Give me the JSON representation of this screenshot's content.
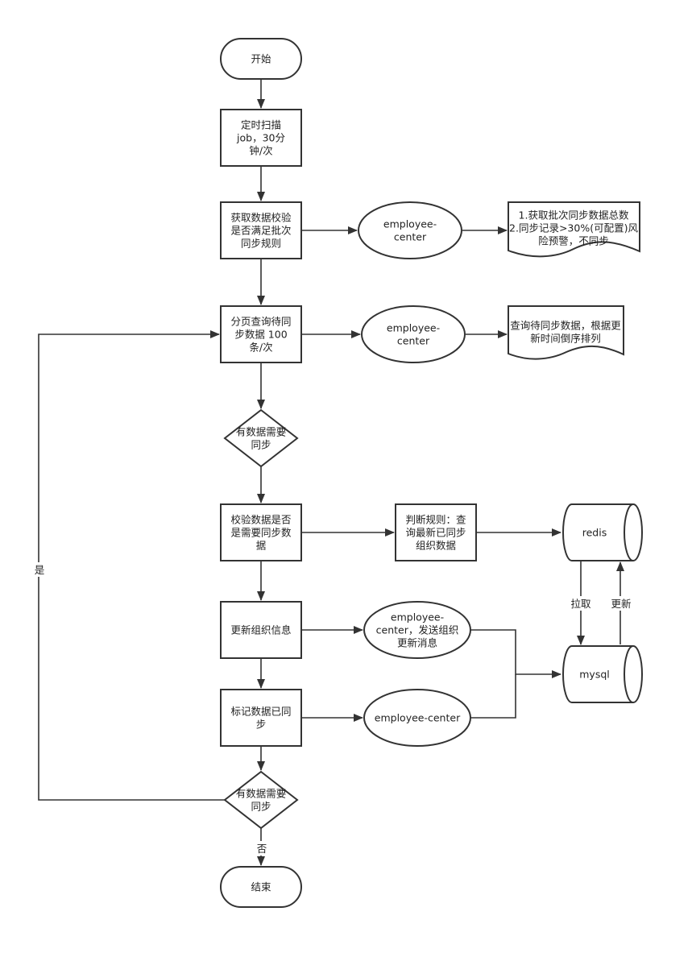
{
  "nodes": {
    "start": {
      "lines": [
        "开始"
      ]
    },
    "job": {
      "lines": [
        "定时扫描",
        "job，30分",
        "钟/次"
      ]
    },
    "check_batch": {
      "lines": [
        "获取数据校验",
        "是否满足批次",
        "同步规则"
      ]
    },
    "ec1": {
      "lines": [
        "employee-",
        "center"
      ]
    },
    "doc1": {
      "lines": [
        "1.获取批次同步数据总数",
        "2.同步记录>30%(可配置)风",
        "险预警，不同步"
      ]
    },
    "page_query": {
      "lines": [
        "分页查询待同",
        "步数据 100",
        "条/次"
      ]
    },
    "ec2": {
      "lines": [
        "employee-",
        "center"
      ]
    },
    "doc2": {
      "lines": [
        "查询待同步数据，根据更",
        "新时间倒序排列"
      ]
    },
    "dec1": {
      "lines": [
        "有数据需要",
        "同步"
      ]
    },
    "validate": {
      "lines": [
        "校验数据是否",
        "是需要同步数",
        "据"
      ]
    },
    "rule": {
      "lines": [
        "判断规则：查",
        "询最新已同步",
        "组织数据"
      ]
    },
    "redis": {
      "lines": [
        "redis"
      ]
    },
    "update_org": {
      "lines": [
        "更新组织信息"
      ]
    },
    "ec3": {
      "lines": [
        "employee-",
        "center，发送组织",
        "更新消息"
      ]
    },
    "mysql": {
      "lines": [
        "mysql"
      ]
    },
    "mark_synced": {
      "lines": [
        "标记数据已同",
        "步"
      ]
    },
    "ec4": {
      "lines": [
        "employee-center"
      ]
    },
    "dec2": {
      "lines": [
        "有数据需要",
        "同步"
      ]
    },
    "end": {
      "lines": [
        "结束"
      ]
    }
  },
  "edge_labels": {
    "yes": "是",
    "no": "否",
    "pull": "拉取",
    "update": "更新"
  }
}
